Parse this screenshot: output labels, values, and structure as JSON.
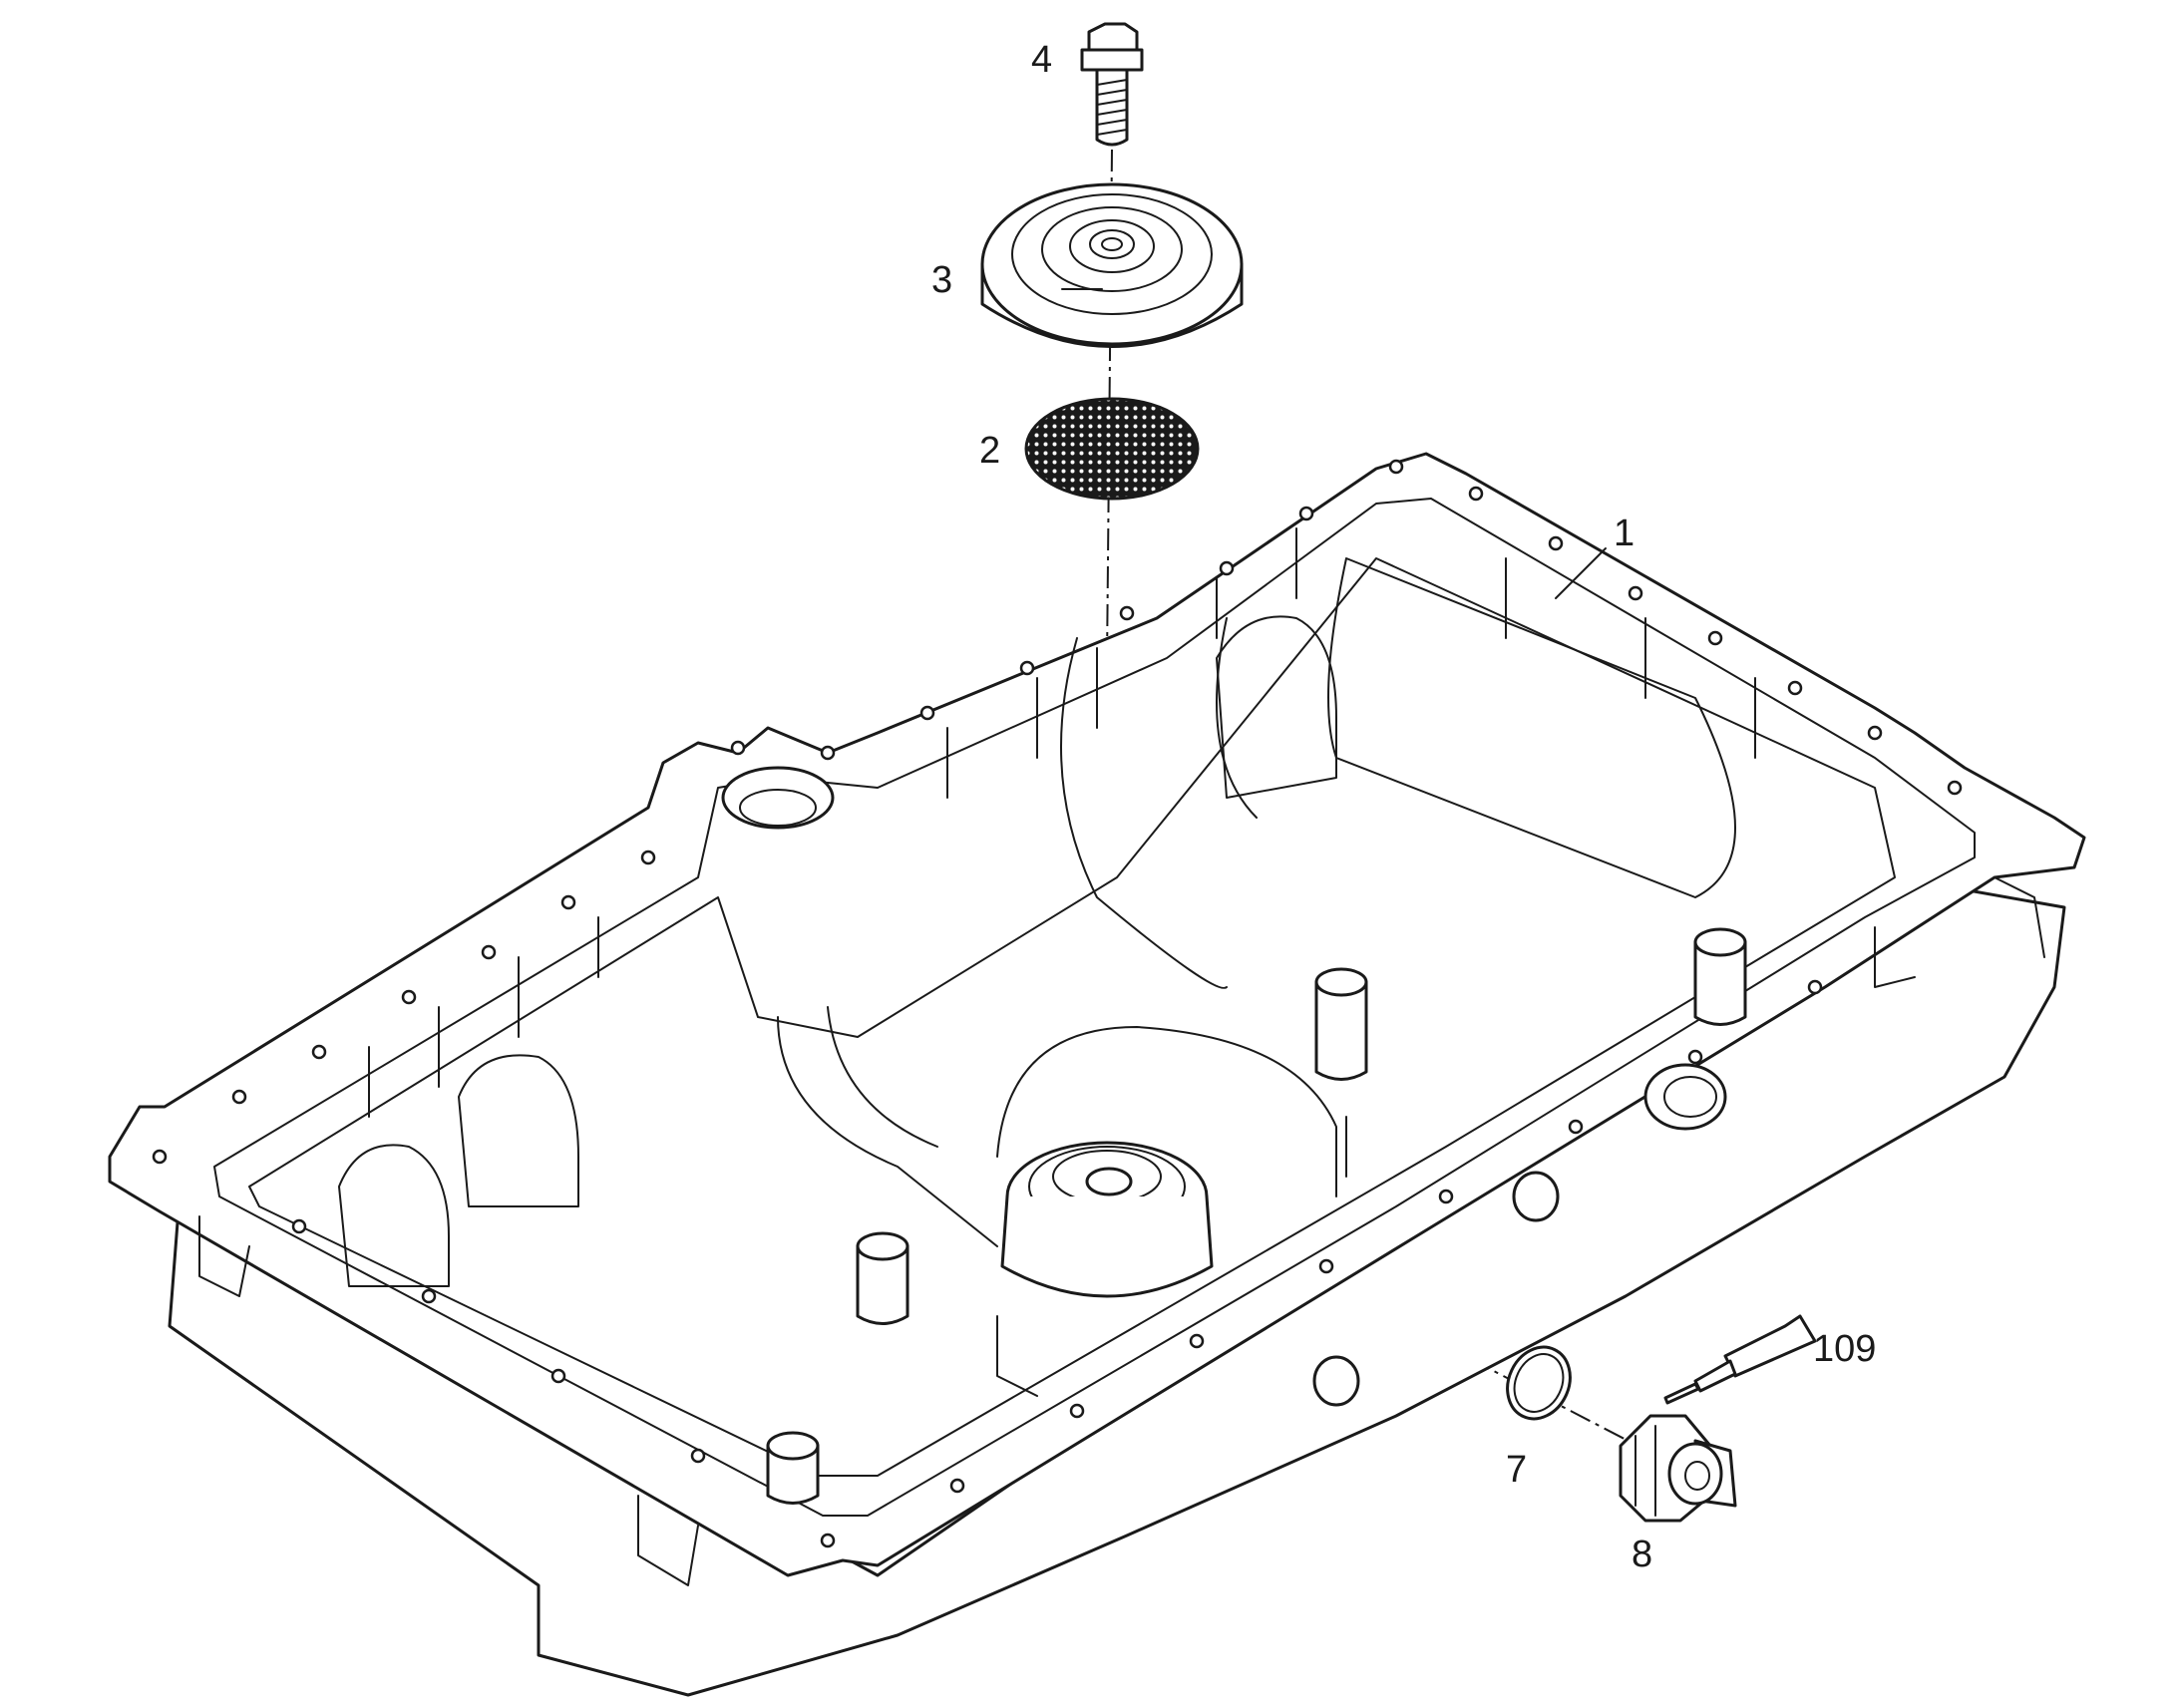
{
  "callouts": {
    "oil_pan": "1",
    "screen": "2",
    "cover": "3",
    "bolt": "4",
    "o_ring": "7",
    "drain_plug": "8",
    "sealant": "109"
  },
  "colors": {
    "line": "#1a1a1a",
    "background": "#ffffff"
  }
}
